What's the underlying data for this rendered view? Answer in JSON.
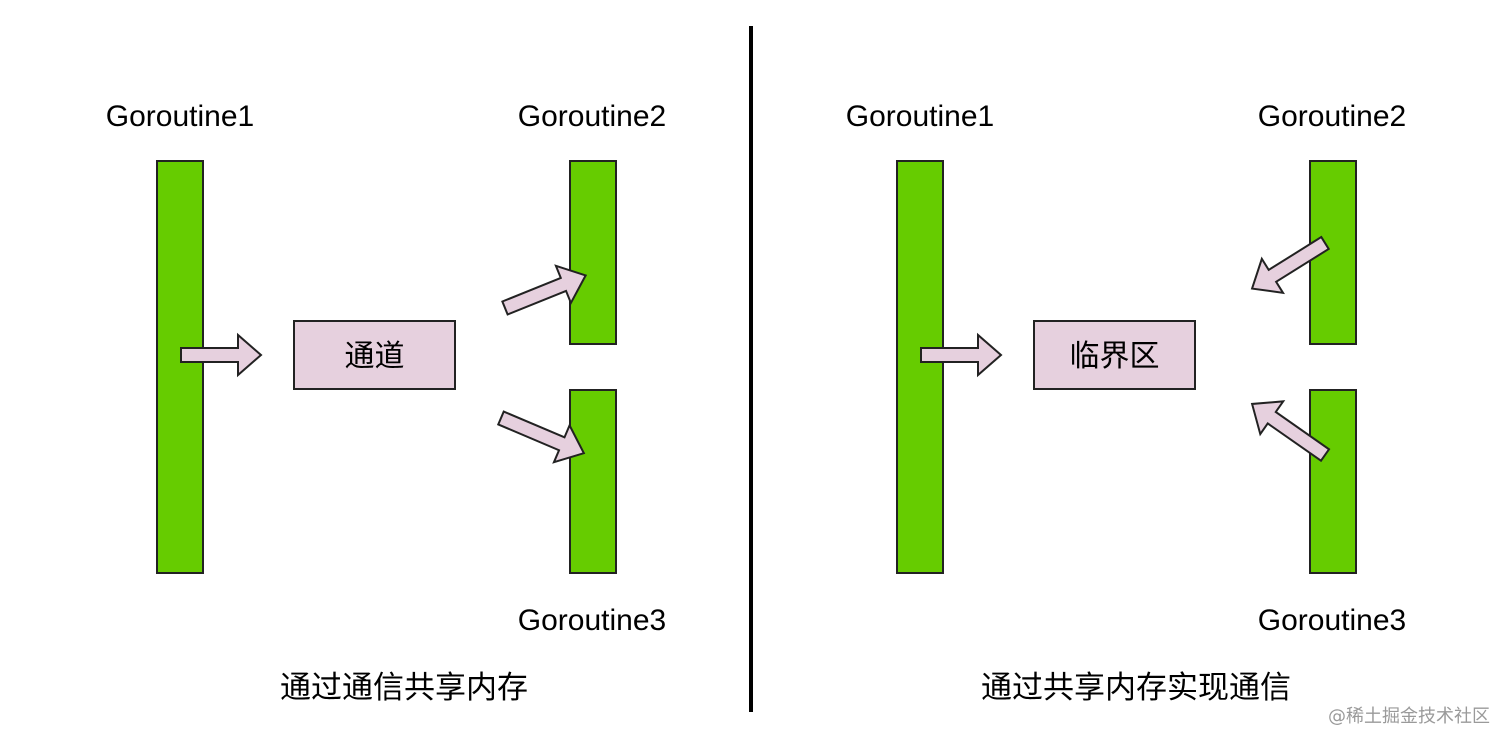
{
  "left": {
    "goroutine1": "Goroutine1",
    "goroutine2": "Goroutine2",
    "goroutine3": "Goroutine3",
    "box_label": "通道",
    "caption": "通过通信共享内存"
  },
  "right": {
    "goroutine1": "Goroutine1",
    "goroutine2": "Goroutine2",
    "goroutine3": "Goroutine3",
    "box_label": "临界区",
    "caption": "通过共享内存实现通信"
  },
  "watermark": "@稀土掘金技术社区",
  "colors": {
    "goroutine_bar": "#66cc00",
    "box_fill": "#e6d0de",
    "arrow_fill": "#e6d0de",
    "divider": "#000000"
  }
}
